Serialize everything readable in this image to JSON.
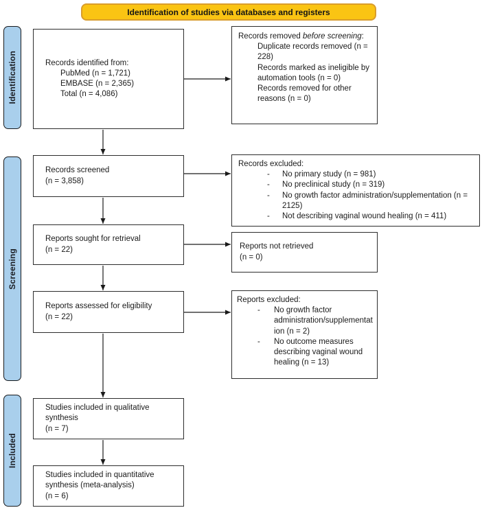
{
  "meta": {
    "bullet": "-"
  },
  "colors": {
    "banner_fill": "#FAC413",
    "banner_border": "#D99C2B",
    "stage_fill": "#A9CFEC",
    "box_border": "#2B2B2B",
    "arrow": "#1A1A1A",
    "text": "#1A1A1A"
  },
  "banner": {
    "title": "Identification of studies via databases and registers"
  },
  "stages": {
    "identification": "Identification",
    "screening": "Screening",
    "included": "Included"
  },
  "boxes": {
    "records_identified": {
      "title": "Records identified from:",
      "items": [
        "PubMed (n = 1,721)",
        "EMBASE (n = 2,365)",
        "Total (n = 4,086)"
      ]
    },
    "records_removed": {
      "title_prefix": "Records removed ",
      "title_italic": "before screening",
      "title_suffix": ":",
      "items": [
        "Duplicate records removed (n = 228)",
        "Records marked as ineligible by automation tools (n = 0)",
        "Records removed for other reasons (n = 0)"
      ]
    },
    "records_screened": {
      "text": "Records screened\n(n = 3,858)"
    },
    "records_excluded": {
      "title": "Records excluded:",
      "items": [
        "No primary study (n = 981)",
        "No preclinical study (n = 319)",
        "No growth factor administration/supplementation (n = 2125)",
        "Not describing vaginal wound healing (n = 411)"
      ]
    },
    "reports_sought": {
      "text": "Reports sought for retrieval\n(n = 22)"
    },
    "reports_not_retrieved": {
      "text": "Reports not retrieved\n(n = 0)"
    },
    "reports_assessed": {
      "text": "Reports assessed for eligibility\n(n = 22)"
    },
    "reports_excluded": {
      "title": "Reports excluded:",
      "items": [
        "No growth factor administration/supplementation (n = 2)",
        "No outcome measures describing vaginal wound healing (n = 13)"
      ]
    },
    "qualitative": {
      "text": "Studies included in qualitative\nsynthesis\n(n = 7)"
    },
    "quantitative": {
      "text": "Studies included in quantitative\nsynthesis (meta-analysis)\n(n = 6)"
    }
  }
}
